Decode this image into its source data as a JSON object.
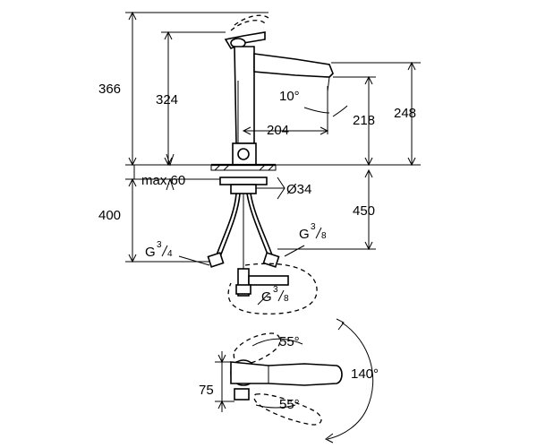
{
  "dimensions": {
    "total_height": "366",
    "spout_height": "324",
    "spout_angle": "10°",
    "spout_reach": "204",
    "outlet_height": "218",
    "body_height": "248",
    "deck_thickness": "max.60",
    "hole_diameter": "Ø34",
    "hose_length": "400",
    "hose_drop": "450",
    "lever_width": "75",
    "lever_angle_upper": "55°",
    "lever_angle_lower": "55°",
    "lever_arc": "140°"
  },
  "thread_left": {
    "prefix": "G",
    "num": "3",
    "den": "4"
  },
  "thread_right": {
    "prefix": "G",
    "num": "3",
    "den": "8"
  },
  "thread_tee": {
    "prefix": "G",
    "num": "3",
    "den": "8"
  }
}
